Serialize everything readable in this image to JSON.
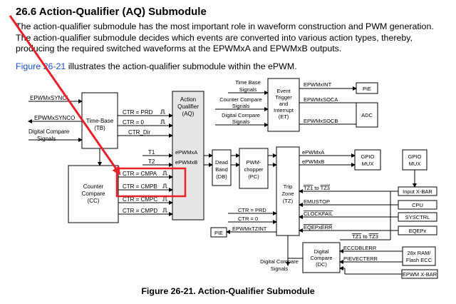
{
  "section": {
    "heading": "26.6 Action-Qualifier (AQ) Submodule"
  },
  "body": {
    "paragraph": "The action-qualifier submodule has the most important role in waveform construction and PWM generation. The action-qualifier submodule decides which events are converted into various action types, thereby, producing the required switched waveforms at the EPWMxA and EPWMxB outputs.",
    "figure_ref_link": "Figure 26-21",
    "figure_ref_rest": " illustrates the action-qualifier submodule within the ePWM."
  },
  "diagram": {
    "inputs": {
      "sync_in": "EPWMxSYNCI",
      "sync_out": "EPWMxSYNCO",
      "dc_line1": "Digital Compare",
      "dc_line2": "Signals"
    },
    "time_base": {
      "line1": "Time-Base",
      "line2": "(TB)"
    },
    "counter_compare": {
      "line1": "Counter",
      "line2": "Compare",
      "line3": "(CC)"
    },
    "action_qualifier": {
      "line1": "Action",
      "line2": "Qualifier",
      "line3": "(AQ)"
    },
    "tb_signals": [
      "CTR = PRD",
      "CTR = 0",
      "CTR_Dir"
    ],
    "cc_signals": [
      "CTR = CMPA",
      "CTR = CMPB",
      "CTR = CMPC",
      "CTR = CMPD"
    ],
    "t_signals": [
      "T1",
      "T2"
    ],
    "aq_outputs": [
      "ePWMxA",
      "ePWMxB"
    ],
    "dead_band": {
      "line1": "Dead",
      "line2": "Band",
      "line3": "(DB)"
    },
    "pwm_chopper": {
      "line1": "PWM-",
      "line2": "chopper",
      "line3": "(PC)"
    },
    "trip_zone": {
      "line1": "Trip",
      "line2": "Zone",
      "line3": "(TZ)"
    },
    "event_trigger": {
      "line1": "Event",
      "line2": "Trigger",
      "line3": "and",
      "line4": "Interrupt",
      "line5": "(ET)"
    },
    "et_inputs": [
      "Time Base",
      "Signals",
      "Counter Compare",
      "Signals",
      "Digital Compare",
      "Signals"
    ],
    "et_outputs": [
      "EPWMxINT",
      "EPWMxSOCA",
      "EPWMxSOCB"
    ],
    "pie": "PIE",
    "adc": "ADC",
    "gpio_mux": {
      "line1": "GPIO",
      "line2": "MUX"
    },
    "gpio_mux_right": {
      "line1": "GPIO",
      "line2": "MUX"
    },
    "tz_outputs": [
      "ePWMxA",
      "ePWMxB"
    ],
    "tz_inputs": {
      "tz_pins_a": "TZ1",
      "tz_pins_to": " to ",
      "tz_pins_b": "TZ3",
      "emustop": "EMUSTOP",
      "clockfail": "CLOCKFAIL",
      "eqeperr": "EQEPxERR"
    },
    "tz_bottom": {
      "ctr_prd": "CTR = PRD",
      "ctr_zero": "CTR = 0",
      "tzint": "EPWMxTZINT",
      "pie": "PIE"
    },
    "right_blocks": [
      "Input X-BAR",
      "CPU",
      "SYSCTRL",
      "EQEPx"
    ],
    "digital_compare": {
      "line1": "Digital",
      "line2": "Compare",
      "line3": "(DC)"
    },
    "dc_inputs": {
      "tz_a": "TZ1",
      "tz_to": " to ",
      "tz_b": "TZ3",
      "eccdbl": "ECCDBLERR",
      "pievect": "PIEVECTERR"
    },
    "dc_signals": {
      "line1": "Digital Compare",
      "line2": "Signals"
    },
    "ram_flash": {
      "line1": "28x RAM/",
      "line2": "Flash ECC"
    },
    "epwm_xbar": "EPWM X-BAR"
  },
  "caption": "Figure 26-21. Action-Qualifier Submodule",
  "colors": {
    "link": "#1a4fd1",
    "highlight": "#e8212a",
    "aq_fill": "#e6e6e6"
  }
}
